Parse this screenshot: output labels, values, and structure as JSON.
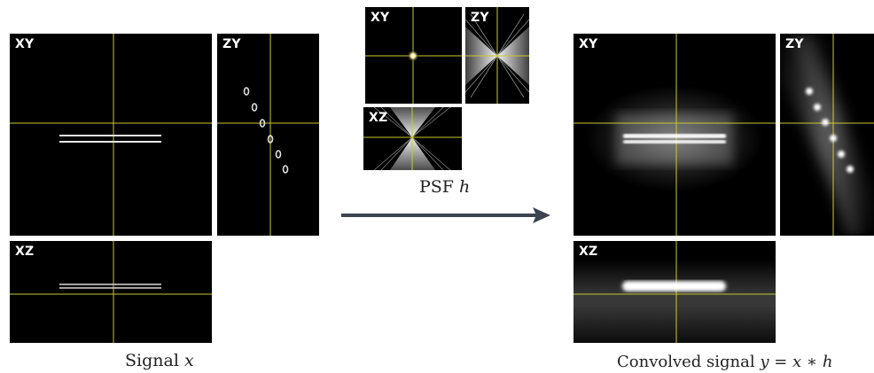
{
  "signal": {
    "xy_label": "XY",
    "zy_label": "ZY",
    "xz_label": "XZ",
    "caption_text": "Signal ",
    "caption_var": "x"
  },
  "psf": {
    "xy_label": "XY",
    "zy_label": "ZY",
    "xz_label": "XZ",
    "caption_text": "PSF ",
    "caption_var": "h"
  },
  "convolved": {
    "xy_label": "XY",
    "zy_label": "ZY",
    "xz_label": "XZ",
    "caption_text": "Convolved signal ",
    "caption_eq": "y = x ∗ h"
  },
  "colors": {
    "crosshair": "#c8c832",
    "background": "#000000",
    "arrow": "#3d4450"
  }
}
